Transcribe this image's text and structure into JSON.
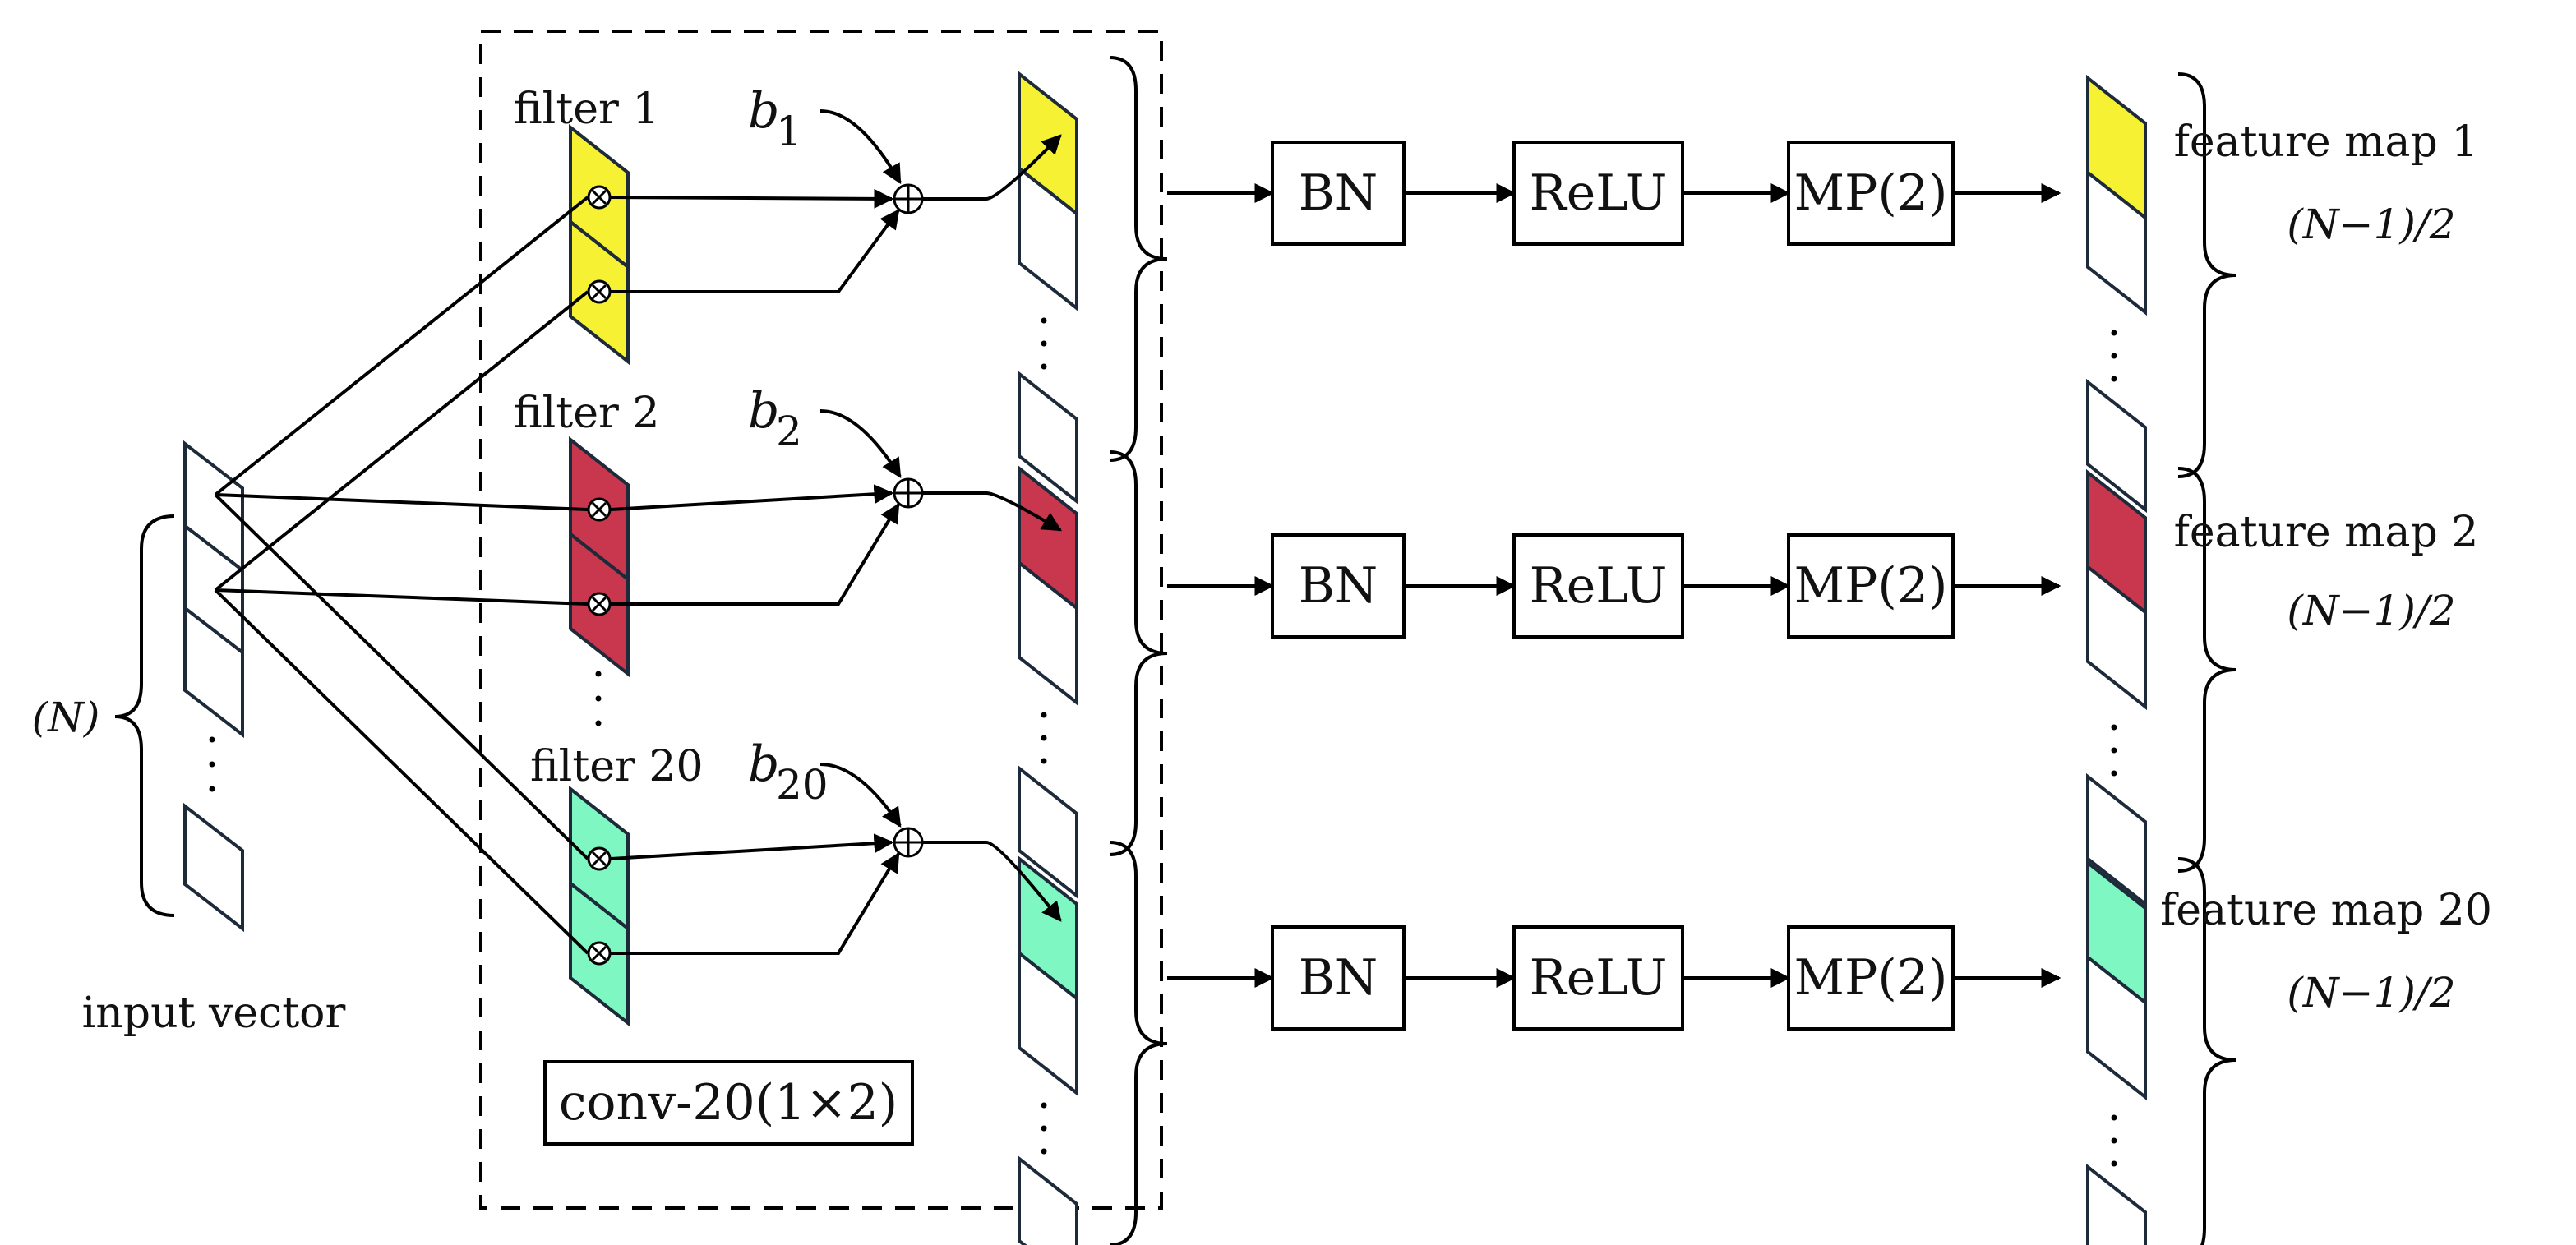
{
  "input": {
    "label": "input vector",
    "size_label": "(N)"
  },
  "conv": {
    "label": "conv-20(1×2)"
  },
  "filters": [
    {
      "label": "filter 1",
      "bias": "b",
      "bias_sub": "1",
      "color": "#f6f233",
      "feature_map": "feature map 1",
      "out_size": "(N−1)/2"
    },
    {
      "label": "filter 2",
      "bias": "b",
      "bias_sub": "2",
      "color": "#c8374e",
      "feature_map": "feature map 2",
      "out_size": "(N−1)/2"
    },
    {
      "label": "filter 20",
      "bias": "b",
      "bias_sub": "20",
      "color": "#7ef7c3",
      "feature_map": "feature map 20",
      "out_size": "(N−1)/2"
    }
  ],
  "pipeline": [
    "BN",
    "ReLU",
    "MP(2)"
  ],
  "colors": {
    "line": "#000000",
    "cell_border": "#1c2a3a",
    "background": "#ffffff"
  },
  "icons": {
    "multiply": "circle-times-icon",
    "add": "circle-plus-icon"
  }
}
